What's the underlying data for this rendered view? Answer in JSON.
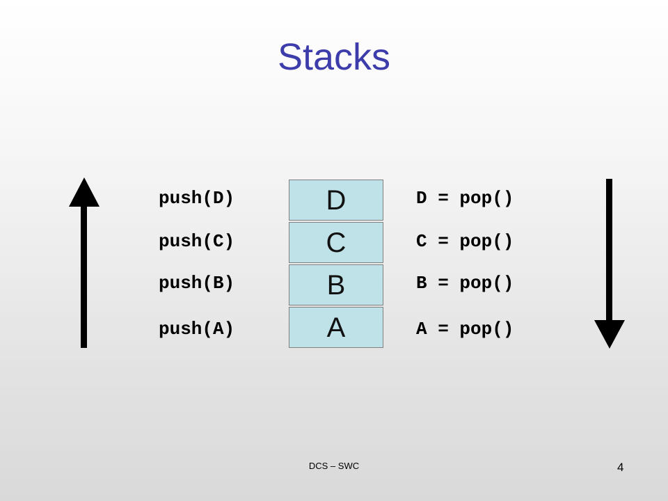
{
  "slide": {
    "title": "Stacks",
    "footer": "DCS – SWC",
    "page_number": "4"
  },
  "stack": {
    "cells_top_to_bottom": [
      "D",
      "C",
      "B",
      "A"
    ]
  },
  "push_ops": [
    "push(D)",
    "push(C)",
    "push(B)",
    "push(A)"
  ],
  "pop_ops": [
    "D = pop()",
    "C = pop()",
    "B = pop()",
    "A = pop()"
  ],
  "arrows": {
    "left": "up-arrow-icon",
    "right": "down-arrow-icon",
    "color": "#000000"
  },
  "colors": {
    "title": "#3c3caa",
    "cell_fill": "#bfe1e8"
  }
}
